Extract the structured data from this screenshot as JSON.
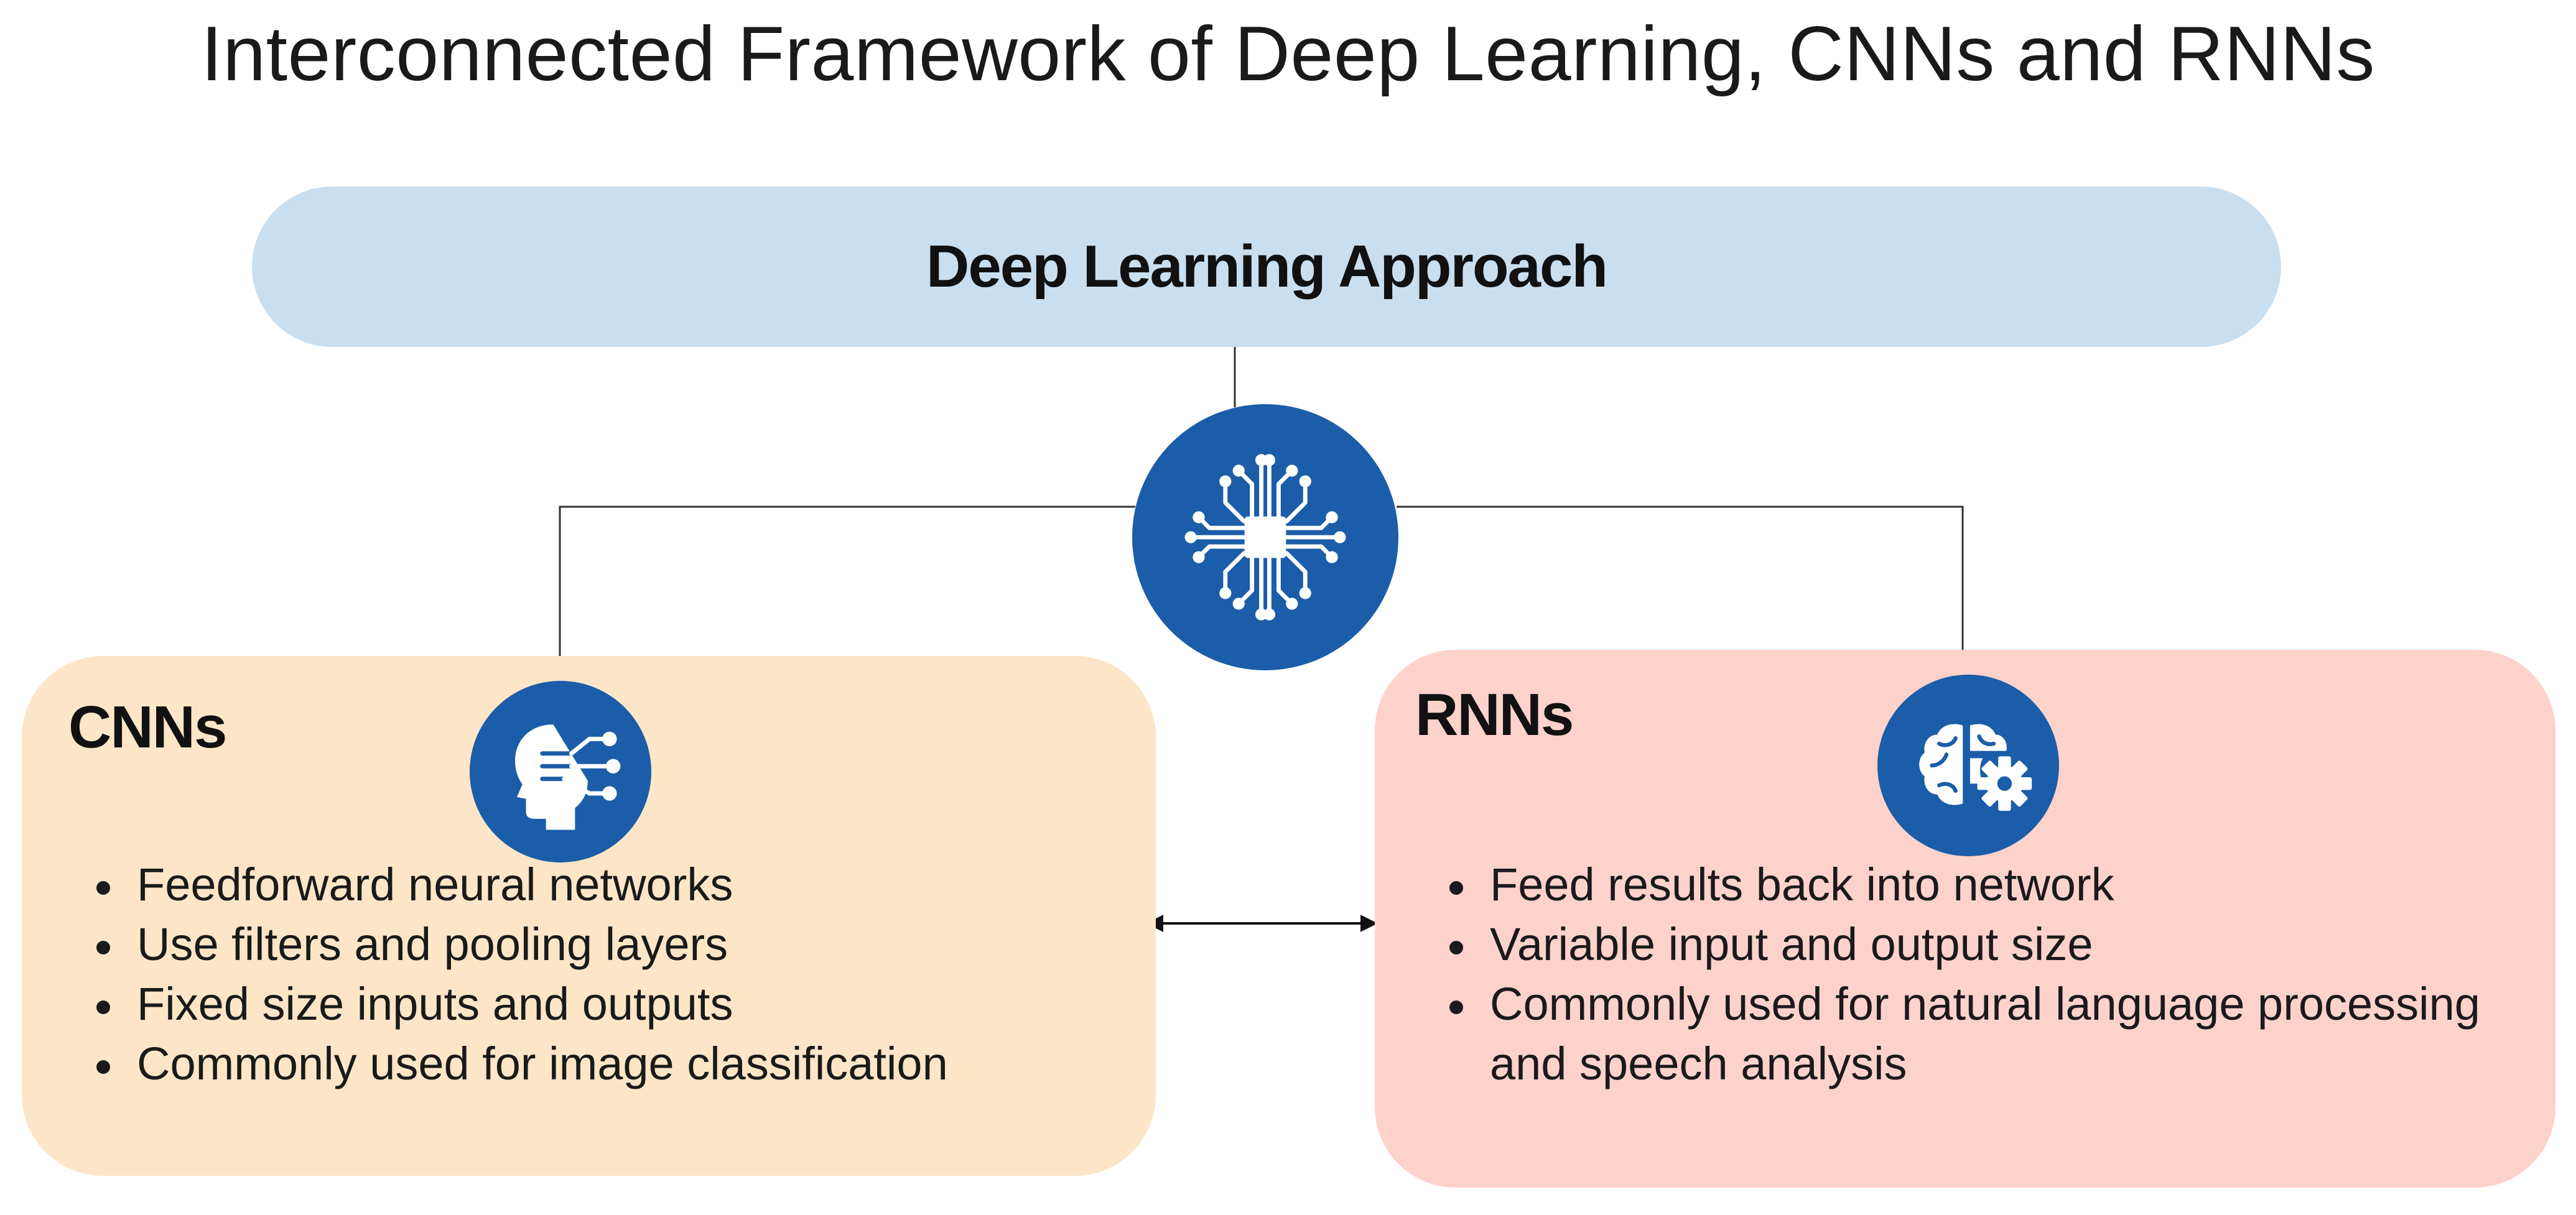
{
  "title": "Interconnected Framework of Deep Learning, CNNs and RNNs",
  "top_node": {
    "label": "Deep Learning Approach",
    "color": "#c9dff0"
  },
  "hub_icon": {
    "icon": "processor-chip-icon",
    "color": "#1b5da8"
  },
  "cnn_panel": {
    "title": "CNNs",
    "icon": "human-head-ai-icon",
    "background": "#fde6c7",
    "bullets": [
      "Feedforward neural networks",
      "Use filters and pooling layers",
      "Fixed size inputs and outputs",
      "Commonly used for image classification"
    ]
  },
  "rnn_panel": {
    "title": "RNNs",
    "icon": "brain-gear-icon",
    "background": "#fdd2cb",
    "bullets": [
      "Feed results back into network",
      "Variable input and output size",
      "Commonly used for natural language processing and speech analysis"
    ]
  }
}
